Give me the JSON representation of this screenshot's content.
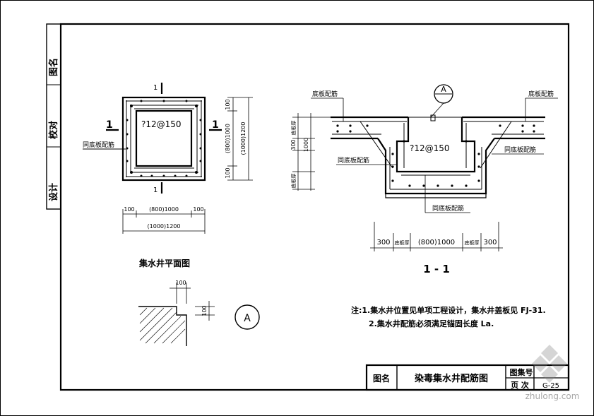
{
  "side_stamp": [
    "图名",
    "校对",
    "设计"
  ],
  "plan": {
    "title": "集水井平面图",
    "section_mark_top": "1",
    "section_mark_bottom": "1",
    "section_mark_left": "1",
    "section_mark_right": "1",
    "rebar_label": "?12@150",
    "leader_label": "同底板配筋",
    "dims_right": [
      "100",
      "(800)1000",
      "(1000)1200",
      "100"
    ],
    "dims_bottom": [
      "100",
      "(800)1000",
      "100",
      "(1000)1200"
    ]
  },
  "section": {
    "title": "1 - 1",
    "callout_top": "A",
    "leader_top_left": "底板配筋",
    "leader_top_right": "底板配筋",
    "leader_right": "同底板配筋",
    "leader_left": "同底板配筋",
    "leader_bottom": "同底板配筋",
    "rebar_label": "?12@150",
    "dims_left": [
      "底板厚",
      "1000",
      "300",
      "底板厚"
    ],
    "dims_bottom": [
      "300",
      "底板厚",
      "(800)1000",
      "底板厚",
      "300"
    ]
  },
  "detail": {
    "callout": "A",
    "dim_top": "100",
    "dim_right": "100"
  },
  "notes": {
    "line1": "注:1.集水井位置见单项工程设计，集水井盖板见 FJ-31.",
    "line2": "2.集水井配筋必须满足锚固长度 La."
  },
  "title_block": {
    "label_name": "图名",
    "drawing_name": "染毒集水井配筋图",
    "label_set": "图集号",
    "label_page": "页 次",
    "page_value": "G-25"
  },
  "watermark": {
    "text": "zhulong.com"
  }
}
